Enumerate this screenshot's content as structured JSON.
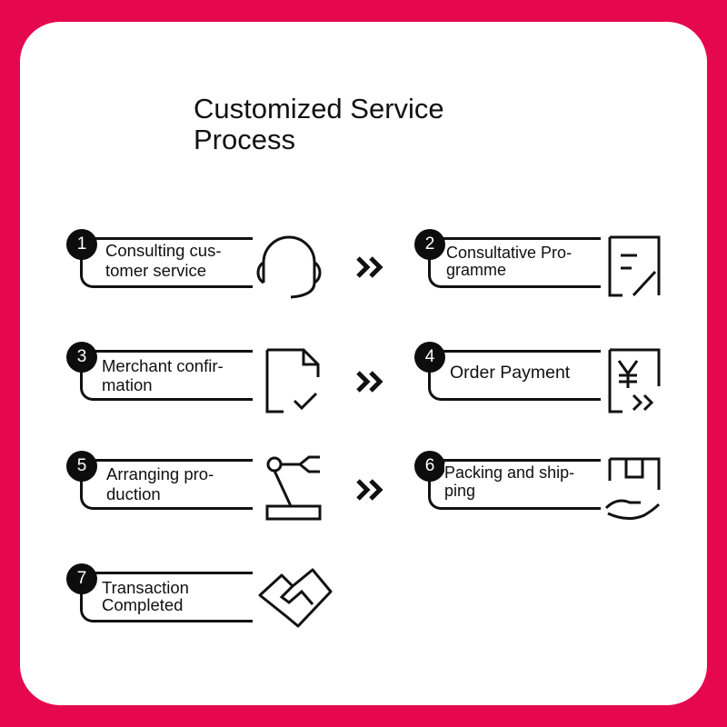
{
  "title": {
    "line1": "Customized Service",
    "line2": "Process"
  },
  "steps": [
    {
      "number": "1",
      "label": "Consulting cus-\ntomer service",
      "icon": "headset-icon"
    },
    {
      "number": "2",
      "label": "Consultative Pro-\ngramme",
      "icon": "document-pen-icon"
    },
    {
      "number": "3",
      "label": "Merchant confir-\nmation",
      "icon": "document-check-icon"
    },
    {
      "number": "4",
      "label": "Order Payment",
      "icon": "yen-payment-icon"
    },
    {
      "number": "5",
      "label": "Arranging pro-\nduction",
      "icon": "robot-arm-icon"
    },
    {
      "number": "6",
      "label": "Packing and ship-\nping",
      "icon": "package-hand-icon"
    },
    {
      "number": "7",
      "label": "Transaction\nCompleted",
      "icon": "handshake-icon"
    }
  ],
  "colors": {
    "background": "#e5084f",
    "card": "#ffffff",
    "ink": "#111111"
  }
}
